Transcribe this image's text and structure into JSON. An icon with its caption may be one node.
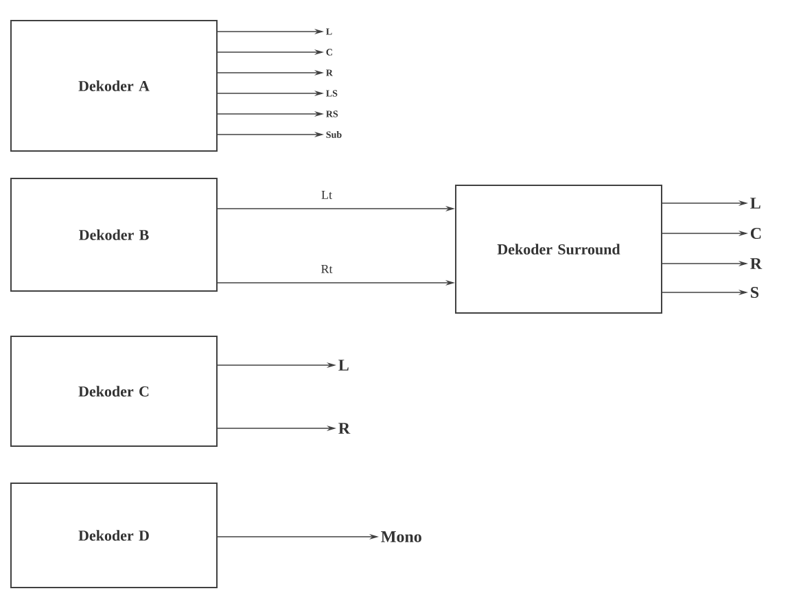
{
  "diagram": {
    "nodes": [
      {
        "text": [
          "Dekoder A"
        ]
      },
      {
        "text": [
          "L"
        ]
      },
      {
        "text": [
          "C"
        ]
      },
      {
        "text": [
          "R"
        ]
      },
      {
        "text": [
          "LS"
        ]
      },
      {
        "text": [
          "RS"
        ]
      },
      {
        "text": [
          "Sub"
        ]
      },
      {
        "text": [
          "Dekoder B"
        ]
      },
      {
        "text": [
          "Dekoder Surround"
        ]
      },
      {
        "text": [
          "L"
        ]
      },
      {
        "text": [
          "C"
        ]
      },
      {
        "text": [
          "R"
        ]
      },
      {
        "text": [
          "S"
        ]
      },
      {
        "text": [
          "Dekoder C"
        ]
      },
      {
        "text": [
          "L"
        ]
      },
      {
        "text": [
          "R"
        ]
      },
      {
        "text": [
          "Dekoder D"
        ]
      },
      {
        "text": [
          "Mono"
        ]
      }
    ],
    "edges": [
      {
        "from": 0,
        "to": 1,
        "arrow": "to"
      },
      {
        "from": 0,
        "to": 2,
        "arrow": "to"
      },
      {
        "from": 0,
        "to": 3,
        "arrow": "to"
      },
      {
        "from": 0,
        "to": 4,
        "arrow": "to"
      },
      {
        "from": 0,
        "to": 5,
        "arrow": "to"
      },
      {
        "from": 0,
        "to": 6,
        "arrow": "to"
      },
      {
        "from": 7,
        "to": 8,
        "arrow": "to",
        "label": "Lt"
      },
      {
        "from": 7,
        "to": 8,
        "arrow": "to",
        "label": "Rt"
      },
      {
        "from": 8,
        "to": 9,
        "arrow": "to"
      },
      {
        "from": 8,
        "to": 10,
        "arrow": "to"
      },
      {
        "from": 8,
        "to": 11,
        "arrow": "to"
      },
      {
        "from": 8,
        "to": 12,
        "arrow": "to"
      },
      {
        "from": 13,
        "to": 14,
        "arrow": "to"
      },
      {
        "from": 13,
        "to": 15,
        "arrow": "to"
      },
      {
        "from": 16,
        "to": 17,
        "arrow": "to"
      }
    ]
  }
}
